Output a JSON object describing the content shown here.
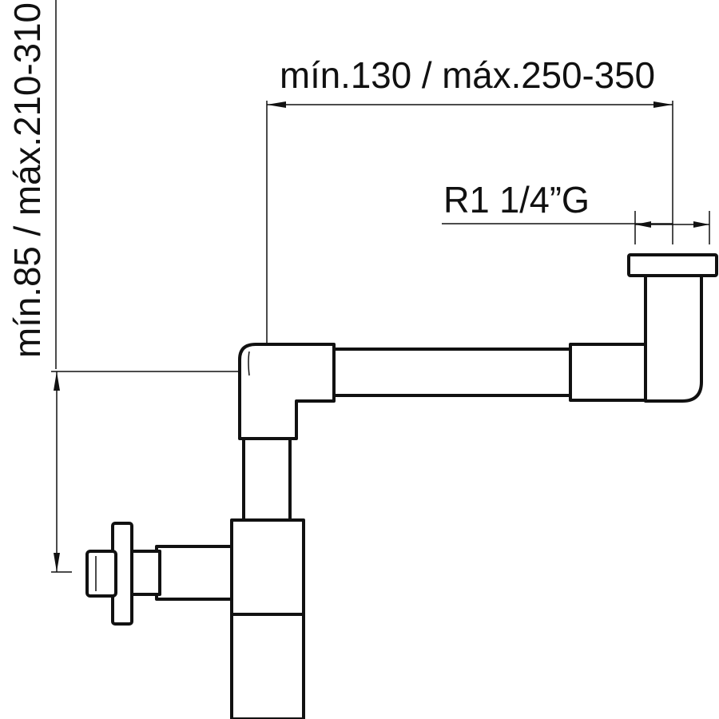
{
  "dimensions": {
    "horizontal": "mín.130 / máx.250-350",
    "thread": "R1 1/4”G",
    "vertical": "mín.85 / máx.210-310"
  }
}
